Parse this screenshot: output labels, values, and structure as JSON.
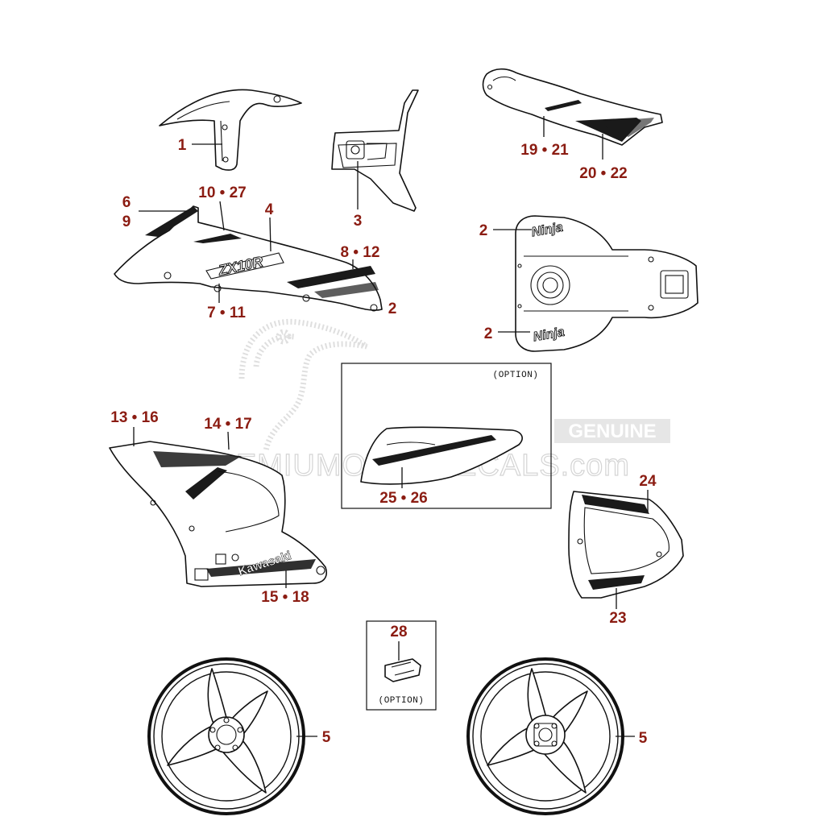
{
  "palette": {
    "callout": "#8b1c12",
    "line": "#111111",
    "watermark": "#d6d6d6"
  },
  "watermark": {
    "badge": "GENUINE",
    "site": "PREMIUMOTORDECALS.com"
  },
  "option_boxes": [
    {
      "label": "(OPTION)"
    },
    {
      "label": "(OPTION)"
    }
  ],
  "decal_text": {
    "zx10r": "ZX10R",
    "brand": "Kawasaki",
    "ninja": "Ninja"
  },
  "callouts": [
    "1",
    "3",
    "19 • 21",
    "20 • 22",
    "6",
    "9",
    "10 • 27",
    "4",
    "8 • 12",
    "7 • 11",
    "2",
    "2",
    "2",
    "13 • 16",
    "14 • 17",
    "25 • 26",
    "24",
    "15 • 18",
    "23",
    "28",
    "5",
    "5"
  ]
}
